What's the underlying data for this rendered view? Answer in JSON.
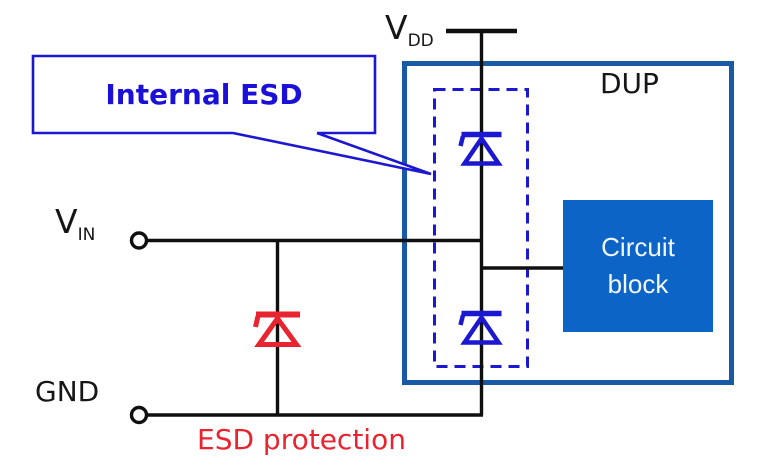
{
  "diagram": {
    "type": "circuit-schematic",
    "labels": {
      "vdd_base": "V",
      "vdd_sub": "DD",
      "vin_base": "V",
      "vin_sub": "IN",
      "gnd": "GND",
      "dup": "DUP",
      "callout": "Internal ESD",
      "esd_protection": "ESD protection",
      "circuit_block_line1": "Circuit",
      "circuit_block_line2": "block"
    },
    "icons": {
      "internal_esd_diode_count": 2,
      "external_esd_diode_count": 1
    },
    "colors": {
      "background": "#ffffff",
      "wire": "#0f0f0f",
      "label_text": "#161616",
      "dup_border": "#1a59a4",
      "block_fill": "#0c64c7",
      "block_text": "#f2f7fd",
      "esd_blue": "#1c17d0",
      "callout_text": "#1a10d8",
      "esd_red": "#e82430"
    }
  }
}
